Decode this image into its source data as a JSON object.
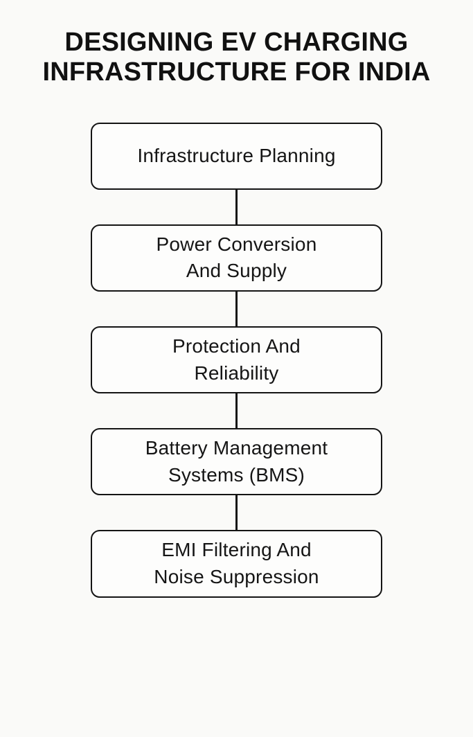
{
  "title": {
    "text": "DESIGNING EV CHARGING INFRASTRUCTURE FOR INDIA",
    "lines": [
      "DESIGNING EV CHARGING",
      "INFRASTRUCTURE FOR INDIA"
    ]
  },
  "diagram": {
    "type": "flowchart",
    "direction": "top-down",
    "nodes": [
      {
        "id": "infrastructure-planning",
        "label": "Infrastructure Planning",
        "lines": [
          "Infrastructure Planning"
        ]
      },
      {
        "id": "power-conversion-and-supply",
        "label": "Power Conversion And Supply",
        "lines": [
          "Power Conversion",
          "And Supply"
        ]
      },
      {
        "id": "protection-and-reliability",
        "label": "Protection And Reliability",
        "lines": [
          "Protection And",
          "Reliability"
        ]
      },
      {
        "id": "battery-management-systems",
        "label": "Battery Management Systems (BMS)",
        "lines": [
          "Battery Management",
          "Systems (BMS)"
        ]
      },
      {
        "id": "emi-filtering-and-noise-suppression",
        "label": "EMI Filtering And Noise Suppression",
        "lines": [
          "EMI Filtering And",
          "Noise Suppression"
        ]
      }
    ],
    "connections": [
      [
        "infrastructure-planning",
        "power-conversion-and-supply"
      ],
      [
        "power-conversion-and-supply",
        "protection-and-reliability"
      ],
      [
        "protection-and-reliability",
        "battery-management-systems"
      ],
      [
        "battery-management-systems",
        "emi-filtering-and-noise-suppression"
      ]
    ]
  },
  "colors": {
    "background": "#fafaf8",
    "node_fill": "#fdfdfc",
    "stroke": "#141414",
    "text": "#151515"
  }
}
